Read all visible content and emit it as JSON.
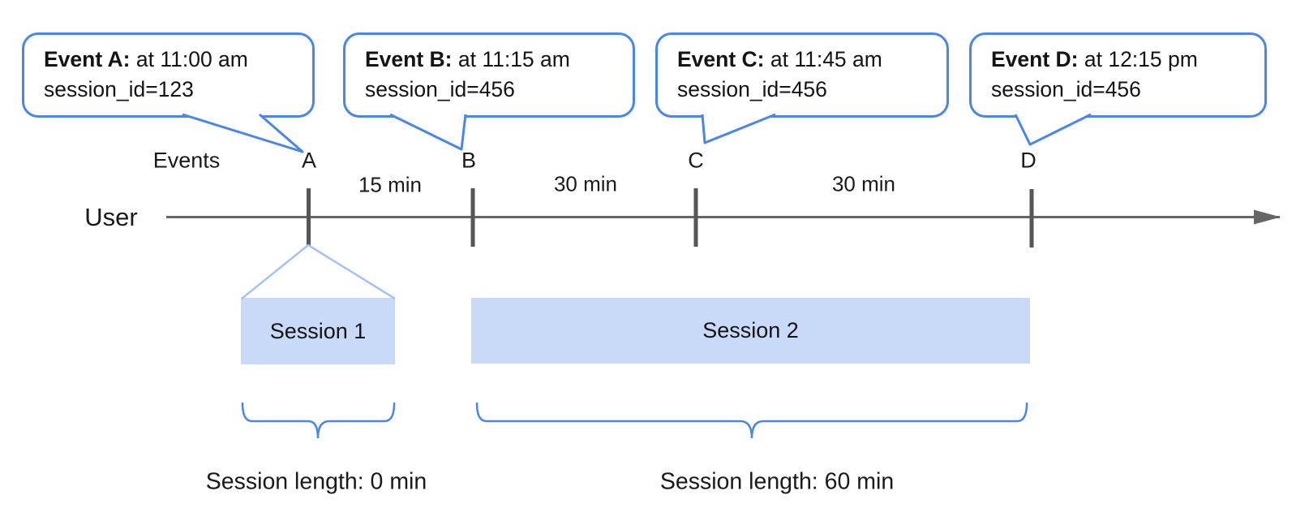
{
  "colors": {
    "accent_blue": "#4a86e8",
    "light_blue_fill": "#c9daf8",
    "funnel_blue": "#a4c2f4",
    "axis_gray": "#666666",
    "tick_gray": "#565656"
  },
  "bubbles": [
    {
      "bold": "Event A:",
      "rest": " at 11:00 am",
      "line2": "session_id=123"
    },
    {
      "bold": "Event B:",
      "rest": " at 11:15 am",
      "line2": "session_id=456"
    },
    {
      "bold": "Event C:",
      "rest": " at 11:45 am",
      "line2": "session_id=456"
    },
    {
      "bold": "Event D:",
      "rest": " at 12:15 pm",
      "line2": "session_id=456"
    }
  ],
  "timeline": {
    "events_label": "Events",
    "user_label": "User",
    "event_letters": [
      "A",
      "B",
      "C",
      "D"
    ],
    "intervals": [
      "15 min",
      "30 min",
      "30 min"
    ]
  },
  "sessions": [
    {
      "label": "Session 1",
      "length_label": "Session length: 0 min"
    },
    {
      "label": "Session 2",
      "length_label": "Session length: 60 min"
    }
  ]
}
